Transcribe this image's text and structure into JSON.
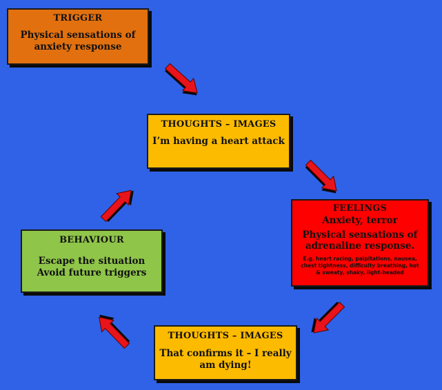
{
  "trigger": {
    "title": "TRIGGER",
    "line1": "Physical sensations of",
    "line2": "anxiety response"
  },
  "thoughts_top": {
    "title": "THOUGHTS – IMAGES",
    "text": "I’m having a heart attack"
  },
  "feelings": {
    "title": "FEELINGS",
    "subtitle": "Anxiety, terror",
    "line1": "Physical sensations of",
    "line2": "adrenaline response.",
    "small1": "E.g. heart racing, palpitations, nausea,",
    "small2": "chest tightness, difficulty breathing, hot",
    "small3": "& sweaty, shaky, light-headed"
  },
  "behaviour": {
    "title": "BEHAVIOUR",
    "line1": "Escape the situation",
    "line2": "Avoid future triggers"
  },
  "thoughts_bottom": {
    "title": "THOUGHTS – IMAGES",
    "line1": "That confirms it – I really",
    "line2": "am dying!"
  },
  "colors": {
    "background": "#2f62e6",
    "trigger": "#e2700f",
    "thoughts": "#fdbb00",
    "feelings": "#fe0000",
    "behaviour": "#8fc549",
    "arrow": "#e8141a"
  }
}
